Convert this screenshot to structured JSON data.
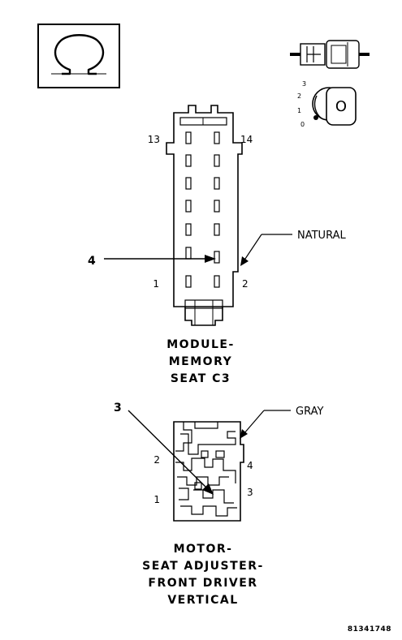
{
  "ohm_symbol": "Ω",
  "key_positions": [
    "3",
    "2",
    "1",
    "0"
  ],
  "connector_top": {
    "pin_labels": {
      "top_left": "13",
      "top_right": "14",
      "bottom_left": "1",
      "bottom_right": "2"
    },
    "color_label": "NATURAL",
    "callout": "4",
    "title_lines": [
      "MODULE-",
      "MEMORY",
      "SEAT C3"
    ]
  },
  "connector_bottom": {
    "pin_labels": {
      "upper_left": "2",
      "upper_right": "4",
      "lower_left": "1",
      "lower_right": "3"
    },
    "color_label": "GRAY",
    "callout": "3",
    "title_lines": [
      "MOTOR-",
      "SEAT ADJUSTER-",
      "FRONT DRIVER",
      "VERTICAL"
    ]
  },
  "figure_code": "81341748"
}
